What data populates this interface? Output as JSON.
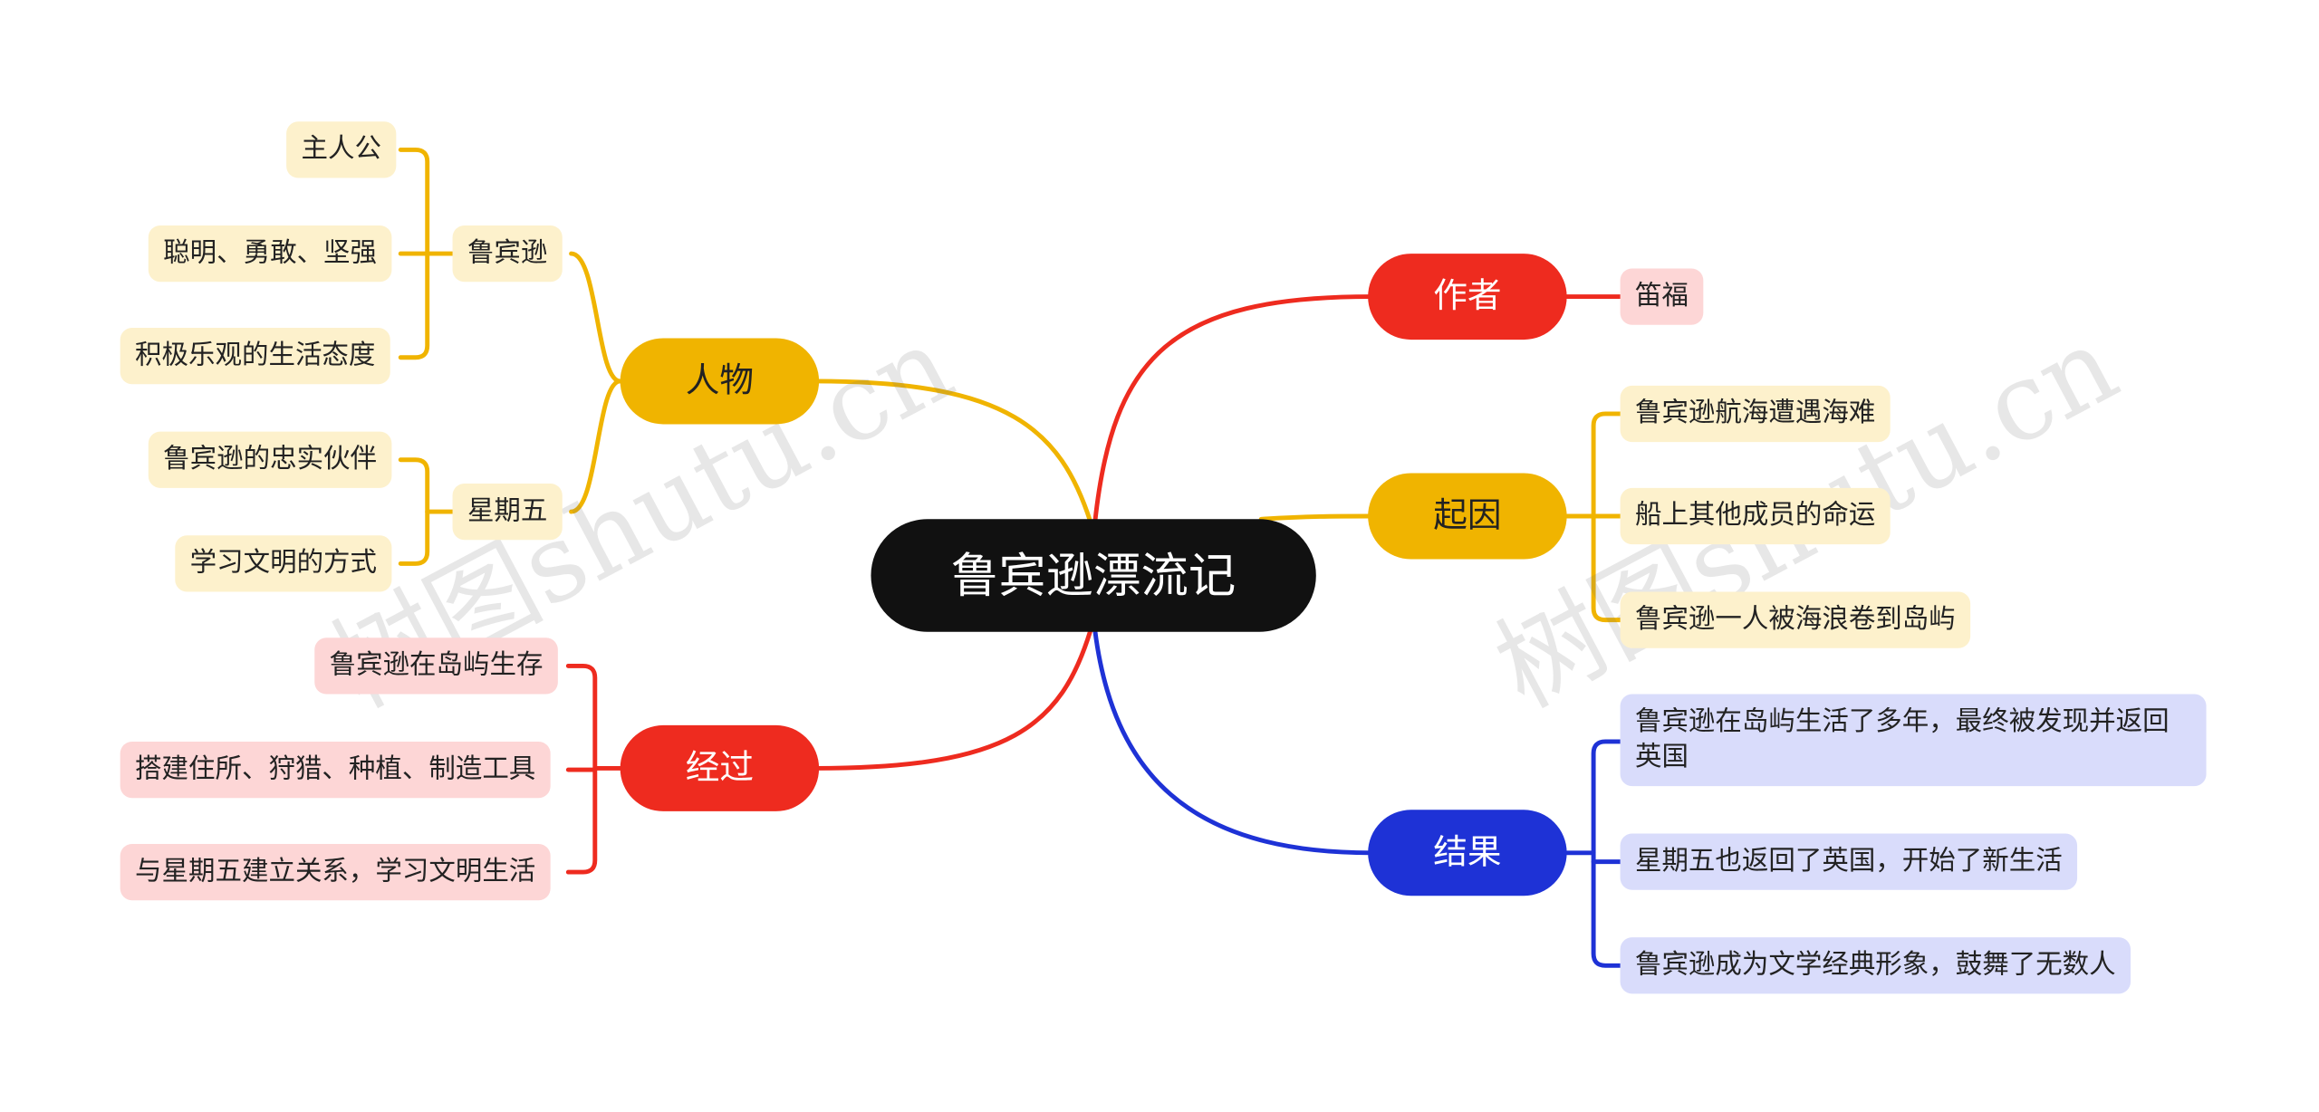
{
  "root": {
    "label": "鲁宾逊漂流记"
  },
  "colors": {
    "root": "#111111",
    "red": "#ee2b1f",
    "yellow": "#f0b400",
    "blue": "#1e32d6",
    "leaf_yellow": "#fdf1cc",
    "leaf_red": "#fdd6d6",
    "leaf_blue": "#d9dcfb"
  },
  "watermark": "树图shutu.cn",
  "left": {
    "characters": {
      "label": "人物",
      "robinson": {
        "label": "鲁宾逊",
        "items": [
          "主人公",
          "聪明、勇敢、坚强",
          "积极乐观的生活态度"
        ]
      },
      "friday": {
        "label": "星期五",
        "items": [
          "鲁宾逊的忠实伙伴",
          "学习文明的方式"
        ]
      }
    },
    "process": {
      "label": "经过",
      "items": [
        "鲁宾逊在岛屿生存",
        "搭建住所、狩猎、种植、制造工具",
        "与星期五建立关系，学习文明生活"
      ]
    }
  },
  "right": {
    "author": {
      "label": "作者",
      "items": [
        "笛福"
      ]
    },
    "cause": {
      "label": "起因",
      "items": [
        "鲁宾逊航海遭遇海难",
        "船上其他成员的命运",
        "鲁宾逊一人被海浪卷到岛屿"
      ]
    },
    "result": {
      "label": "结果",
      "items": [
        "鲁宾逊在岛屿生活了多年，最终被发现并返回英国",
        "星期五也返回了英国，开始了新生活",
        "鲁宾逊成为文学经典形象，鼓舞了无数人"
      ]
    }
  }
}
